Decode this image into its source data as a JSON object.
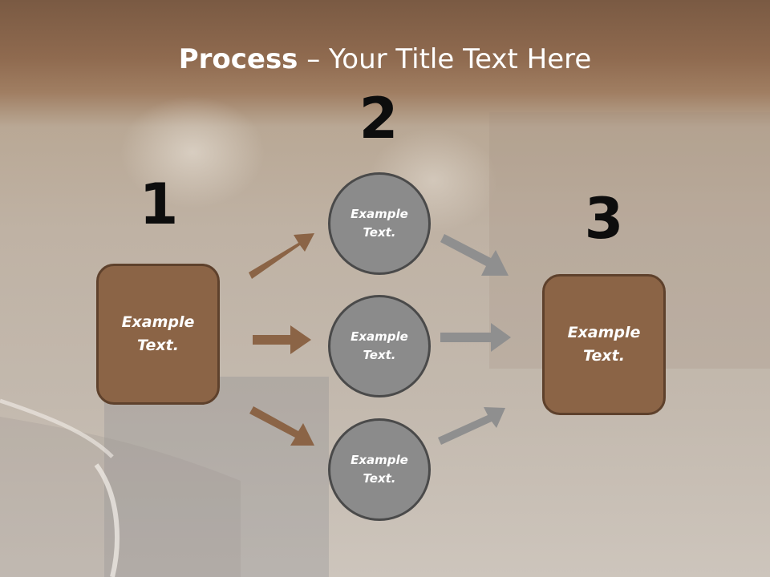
{
  "title": {
    "bold": "Process",
    "rest": " – Your Title Text Here"
  },
  "steps": {
    "one": "1",
    "two": "2",
    "three": "3"
  },
  "left_box": {
    "text": "Example\nText."
  },
  "circles": [
    {
      "text": "Example\nText."
    },
    {
      "text": "Example\nText."
    },
    {
      "text": "Example\nText."
    }
  ],
  "right_box": {
    "text": "Example\nText."
  },
  "colors": {
    "brown": "#8b6446",
    "gray": "#8b8b8b",
    "arrow_brown": "#8b6446",
    "arrow_gray": "#8f8f8f"
  }
}
